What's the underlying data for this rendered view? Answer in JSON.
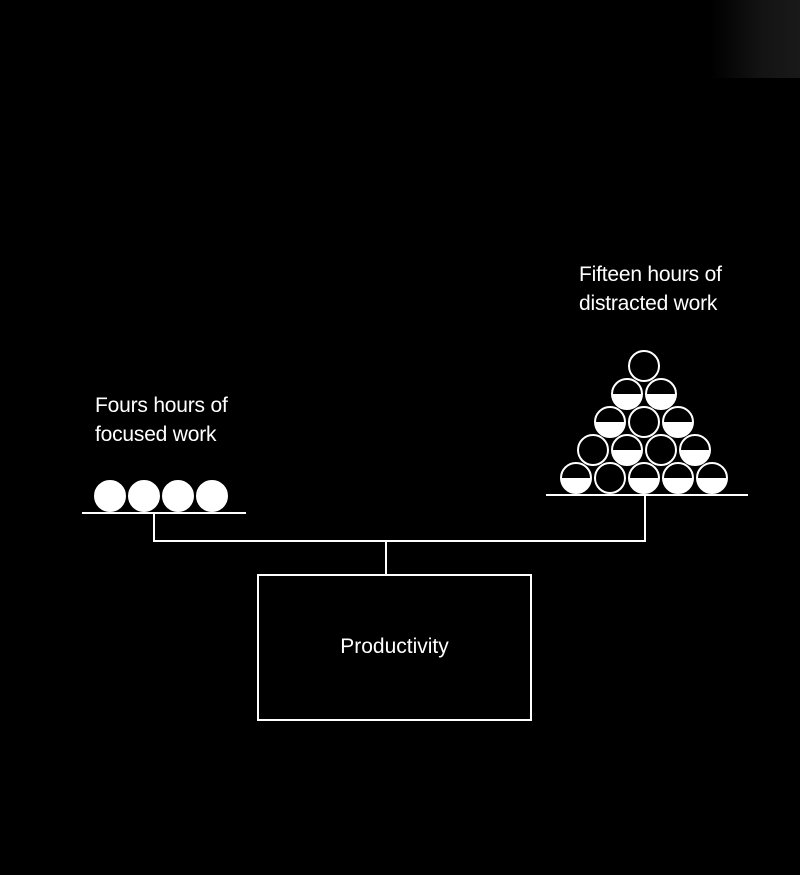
{
  "diagram": {
    "left_group": {
      "label_line1": "Fours hours of",
      "label_line2": "focused work",
      "unit_count": 4,
      "unit_fill": [
        1,
        1,
        1,
        1
      ]
    },
    "right_group": {
      "label_line1": "Fifteen hours of",
      "label_line2": "distracted work",
      "unit_count": 15,
      "unit_fill": [
        0,
        0.5,
        0.5,
        0.5,
        0,
        0.5,
        0,
        0.5,
        0,
        0.5,
        0.5,
        0,
        0.5,
        0.5,
        0.5
      ]
    },
    "result_label": "Productivity",
    "colors": {
      "background": "#000000",
      "stroke": "#ffffff",
      "fill": "#ffffff"
    }
  }
}
